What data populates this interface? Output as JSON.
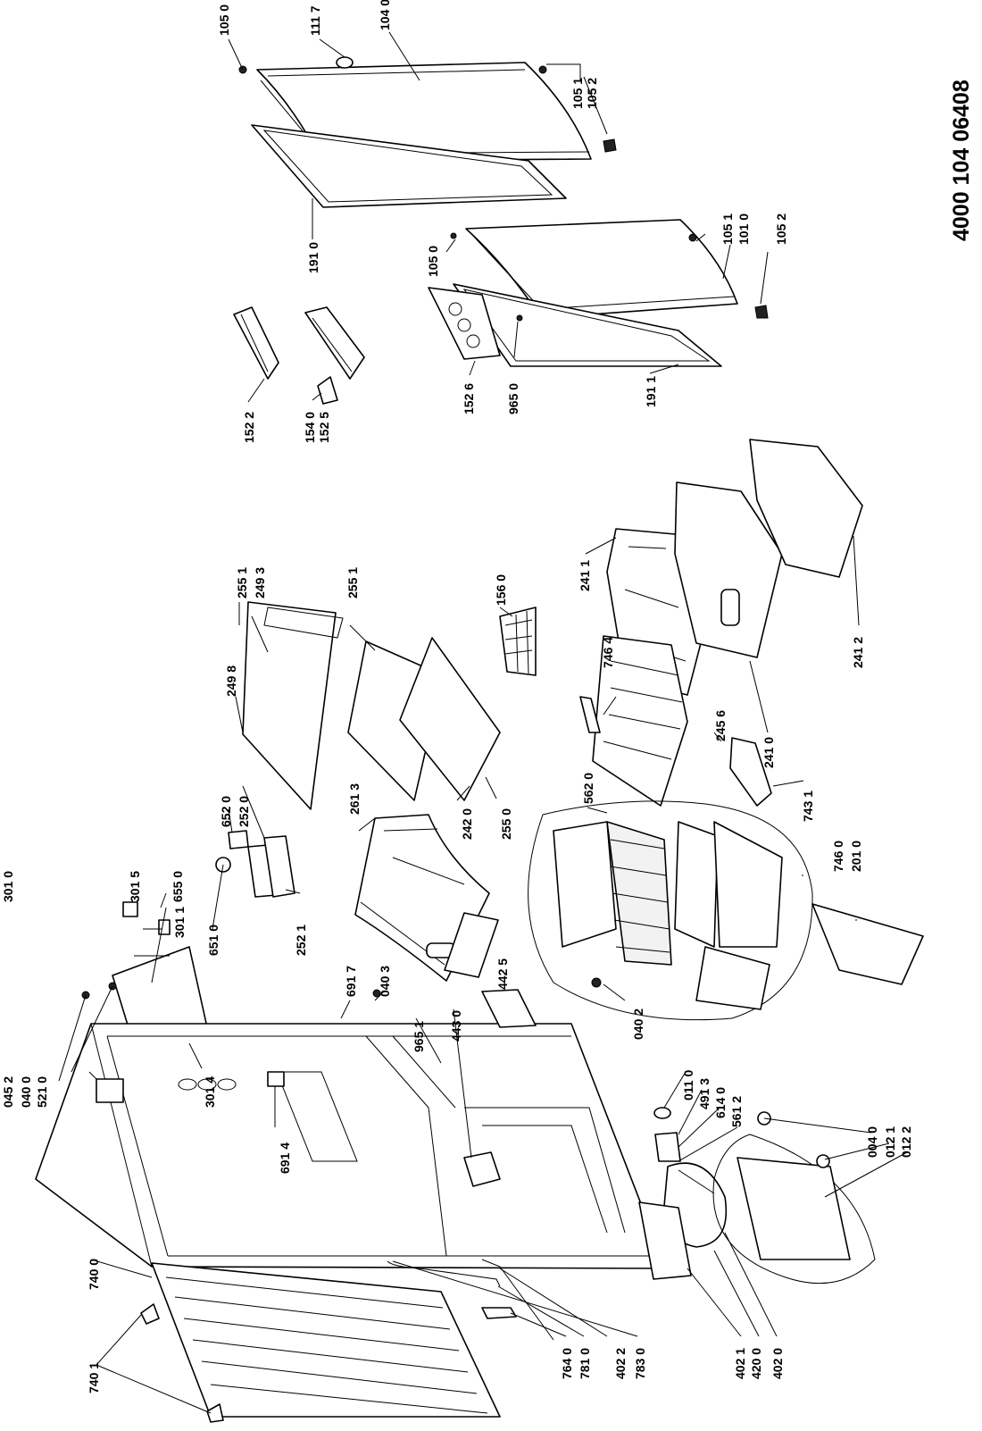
{
  "title": "4000 104 06408",
  "labels": {
    "p1050a": "105 0",
    "p1117": "111 7",
    "p1040": "104 0",
    "p1051a": "105 1",
    "p1052a": "105 2",
    "p1910": "191 0",
    "p1050b": "105 0",
    "p1051b": "105 1",
    "p1010": "101 0",
    "p1052b": "105 2",
    "p1522": "152 2",
    "p1540": "154 0",
    "p1525": "152 5",
    "p1526": "152 6",
    "p9650": "965 0",
    "p1911": "191 1",
    "p2551a": "255 1",
    "p2493": "249 3",
    "p2551b": "255 1",
    "p1560": "156 0",
    "p2498": "249 8",
    "p2613": "261 3",
    "p2420": "242 0",
    "p2550": "255 0",
    "p2411": "241 1",
    "p7464": "746 4",
    "p2456": "245 6",
    "p2410": "241 0",
    "p7431": "743 1",
    "p2412": "241 2",
    "p6520": "652 0",
    "p2520": "252 0",
    "p6510": "651 0",
    "p2521": "252 1",
    "p3010": "301 0",
    "p3015": "301 5",
    "p6550": "655 0",
    "p3011": "301 1",
    "p5620": "562 0",
    "p7460": "746 0",
    "p2010": "201 0",
    "p6917": "691 7",
    "p0403": "040 3",
    "p9651": "965 1",
    "p4430": "443 0",
    "p4425": "442 5",
    "p0402": "040 2",
    "p0452": "045 2",
    "p0400": "040 0",
    "p5210": "521 0",
    "p3014": "301 4",
    "p6914": "691 4",
    "p0110": "011 0",
    "p4913": "491 3",
    "p6140": "614 0",
    "p5612": "561 2",
    "p0040": "004 0",
    "p0121": "012 1",
    "p0122": "012 2",
    "p7400": "740 0",
    "p7401": "740 1",
    "p7640": "764 0",
    "p7810": "781 0",
    "p4022": "402 2",
    "p7830": "783 0",
    "p4021": "402 1",
    "p4200": "420 0",
    "p4020": "402 0"
  }
}
